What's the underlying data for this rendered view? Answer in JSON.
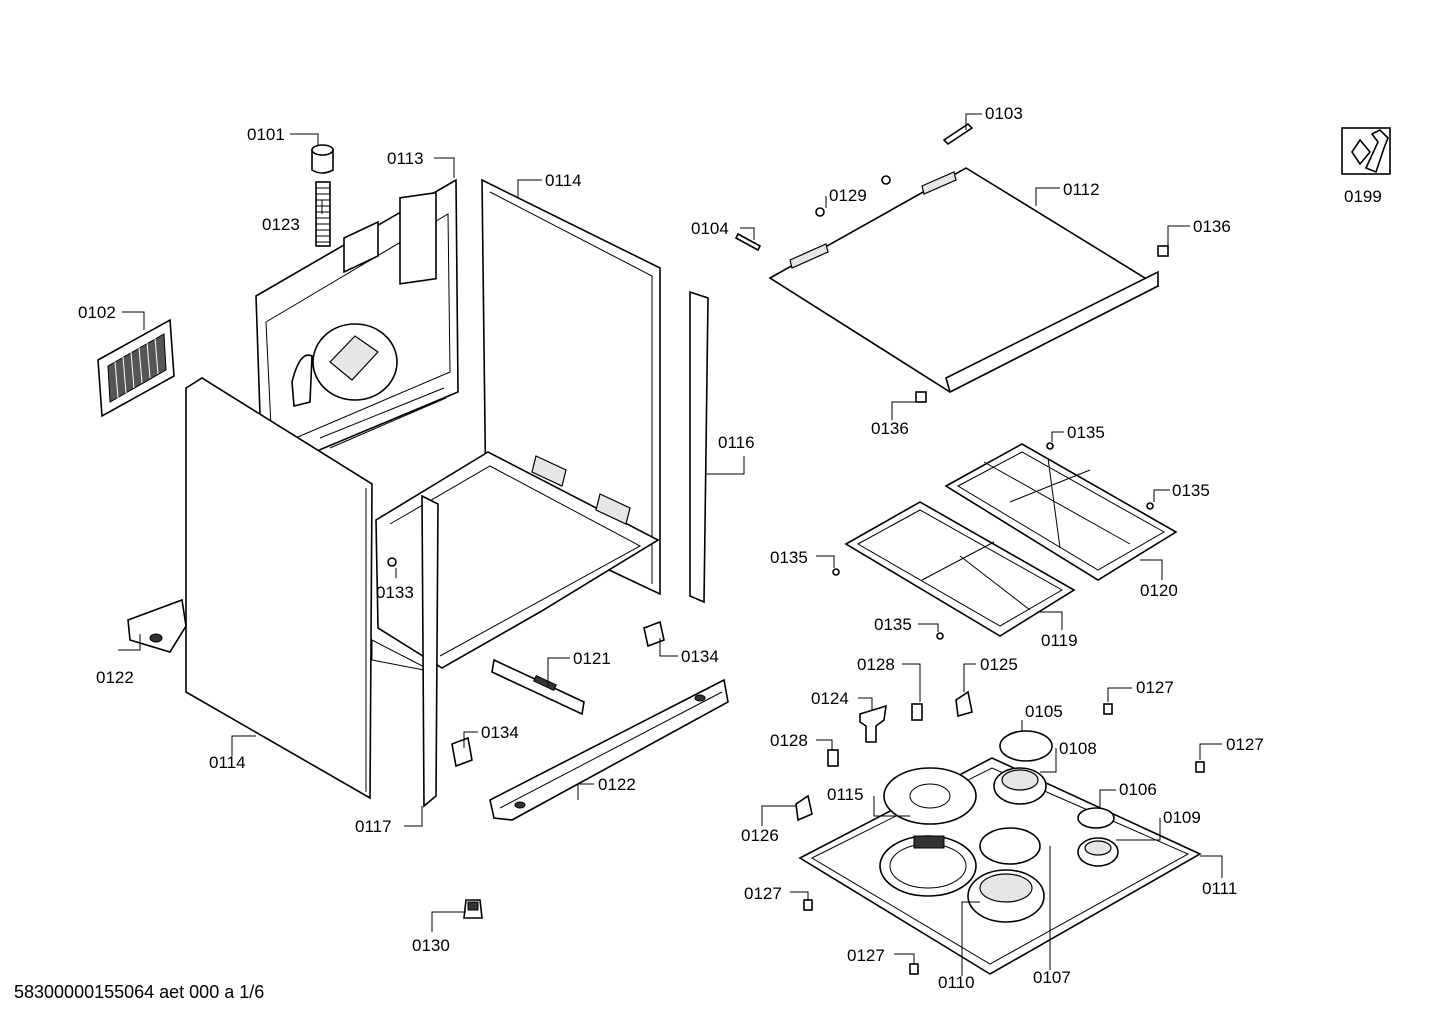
{
  "diagram": {
    "footer": "58300000155064 aet 000 a 1/6",
    "tool_icon": "wrench-nut-icon",
    "labels": [
      {
        "key": "l0101",
        "text": "0101"
      },
      {
        "key": "l0123",
        "text": "0123"
      },
      {
        "key": "l0113",
        "text": "0113"
      },
      {
        "key": "l0114a",
        "text": "0114"
      },
      {
        "key": "l0102",
        "text": "0102"
      },
      {
        "key": "l0116",
        "text": "0116"
      },
      {
        "key": "l0133",
        "text": "0133"
      },
      {
        "key": "l0122a",
        "text": "0122"
      },
      {
        "key": "l0121",
        "text": "0121"
      },
      {
        "key": "l0134a",
        "text": "0134"
      },
      {
        "key": "l0114b",
        "text": "0114"
      },
      {
        "key": "l0134b",
        "text": "0134"
      },
      {
        "key": "l0122b",
        "text": "0122"
      },
      {
        "key": "l0117",
        "text": "0117"
      },
      {
        "key": "l0130",
        "text": "0130"
      },
      {
        "key": "l0103",
        "text": "0103"
      },
      {
        "key": "l0129",
        "text": "0129"
      },
      {
        "key": "l0112",
        "text": "0112"
      },
      {
        "key": "l0104",
        "text": "0104"
      },
      {
        "key": "l0136a",
        "text": "0136"
      },
      {
        "key": "l0136b",
        "text": "0136"
      },
      {
        "key": "l0135a",
        "text": "0135"
      },
      {
        "key": "l0135b",
        "text": "0135"
      },
      {
        "key": "l0135c",
        "text": "0135"
      },
      {
        "key": "l0120",
        "text": "0120"
      },
      {
        "key": "l0135d",
        "text": "0135"
      },
      {
        "key": "l0119",
        "text": "0119"
      },
      {
        "key": "l0128a",
        "text": "0128"
      },
      {
        "key": "l0125",
        "text": "0125"
      },
      {
        "key": "l0127a",
        "text": "0127"
      },
      {
        "key": "l0124",
        "text": "0124"
      },
      {
        "key": "l0105",
        "text": "0105"
      },
      {
        "key": "l0128b",
        "text": "0128"
      },
      {
        "key": "l0108",
        "text": "0108"
      },
      {
        "key": "l0127b",
        "text": "0127"
      },
      {
        "key": "l0115",
        "text": "0115"
      },
      {
        "key": "l0106",
        "text": "0106"
      },
      {
        "key": "l0126",
        "text": "0126"
      },
      {
        "key": "l0109",
        "text": "0109"
      },
      {
        "key": "l0111",
        "text": "0111"
      },
      {
        "key": "l0127c",
        "text": "0127"
      },
      {
        "key": "l0127d",
        "text": "0127"
      },
      {
        "key": "l0110",
        "text": "0110"
      },
      {
        "key": "l0107",
        "text": "0107"
      },
      {
        "key": "l0199",
        "text": "0199"
      }
    ]
  }
}
